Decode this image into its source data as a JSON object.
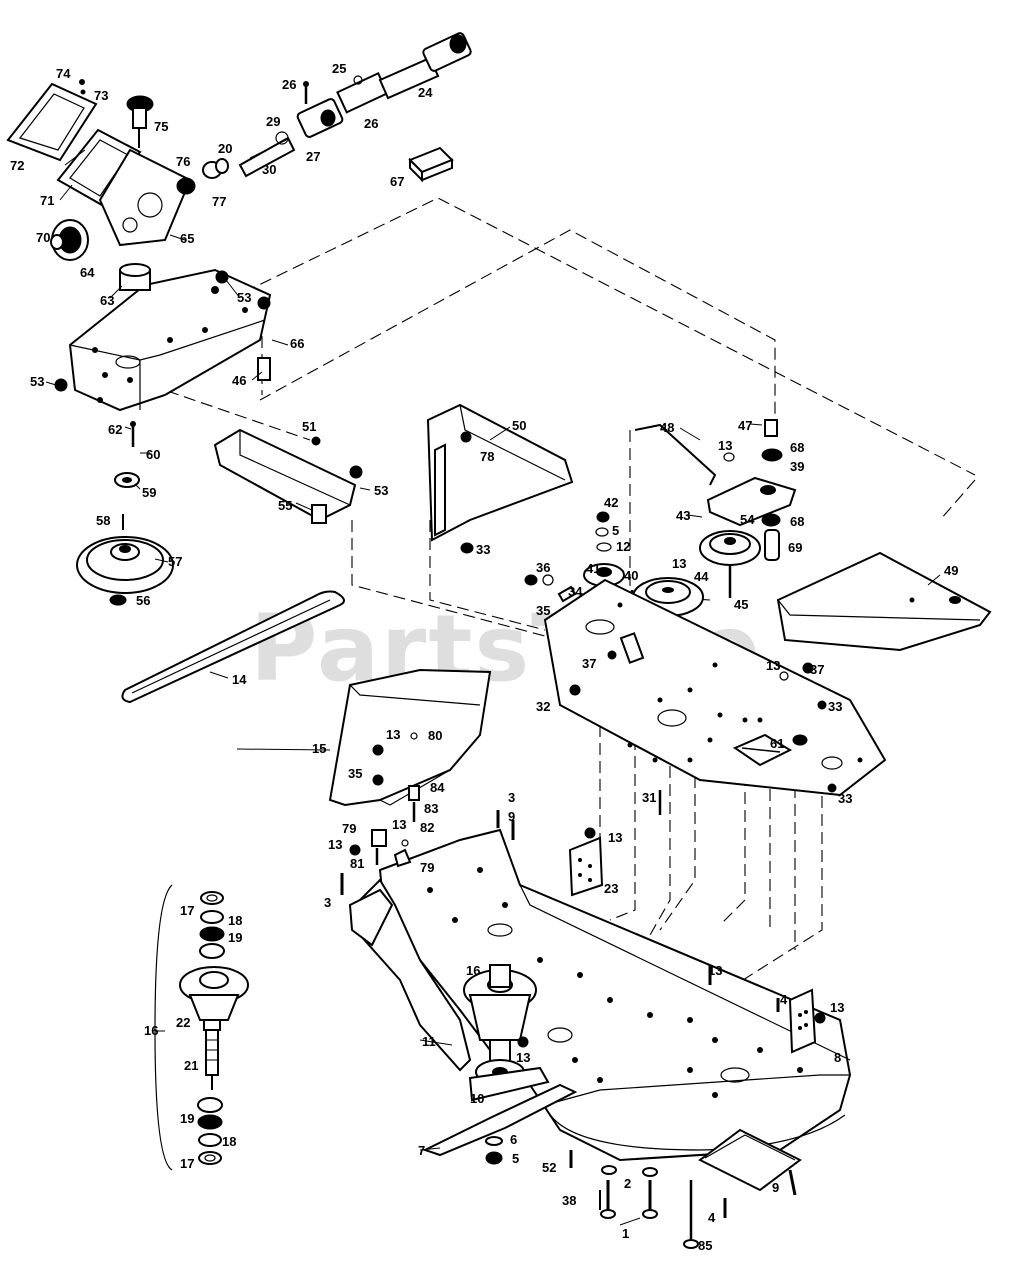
{
  "watermark": "PartsTree",
  "callouts": {
    "c74": "74",
    "c73": "73",
    "c72": "72",
    "c75": "75",
    "c71": "71",
    "c76": "76",
    "c77": "77",
    "c20": "20",
    "c29": "29",
    "c30": "30",
    "c27": "27",
    "c26a": "26",
    "c26b": "26",
    "c25": "25",
    "c24": "24",
    "c67": "67",
    "c70": "70",
    "c64": "64",
    "c65": "65",
    "c63": "63",
    "c53a": "53",
    "c53b": "53",
    "c53c": "53",
    "c66": "66",
    "c46": "46",
    "c62": "62",
    "c60": "60",
    "c59": "59",
    "c58": "58",
    "c57": "57",
    "c56": "56",
    "c51": "51",
    "c55": "55",
    "c50": "50",
    "c78": "78",
    "c48": "48",
    "c47": "47",
    "c13a": "13",
    "c68a": "68",
    "c39": "39",
    "c43": "43",
    "c54": "54",
    "c68b": "68",
    "c69": "69",
    "c42": "42",
    "c5a": "5",
    "c12": "12",
    "c33a": "33",
    "c36": "36",
    "c41": "41",
    "c34": "34",
    "c35a": "35",
    "c40": "40",
    "c13b": "13",
    "c44": "44",
    "c45": "45",
    "c49": "49",
    "c14": "14",
    "c37a": "37",
    "c13c": "13",
    "c37b": "37",
    "c32": "32",
    "c33b": "33",
    "c61": "61",
    "c33c": "33",
    "c15": "15",
    "c13d": "13",
    "c80": "80",
    "c35b": "35",
    "c84": "84",
    "c83": "83",
    "c31": "31",
    "c3a": "3",
    "c9a": "9",
    "c13e": "13",
    "c79a": "79",
    "c13f": "13",
    "c82": "82",
    "c13g": "13",
    "c81": "81",
    "c79b": "79",
    "c3b": "3",
    "c23": "23",
    "c17a": "17",
    "c18a": "18",
    "c19a": "19",
    "c16a": "16",
    "c22": "22",
    "c21": "21",
    "c19b": "19",
    "c18b": "18",
    "c17b": "17",
    "c16b": "16",
    "c13h": "13",
    "c11": "11",
    "c10": "10",
    "c13i": "13",
    "c4a": "4",
    "c13j": "13",
    "c8": "8",
    "c7": "7",
    "c6": "6",
    "c5b": "5",
    "c52": "52",
    "c2": "2",
    "c38": "38",
    "c1": "1",
    "c85": "85",
    "c4b": "4",
    "c9b": "9"
  }
}
